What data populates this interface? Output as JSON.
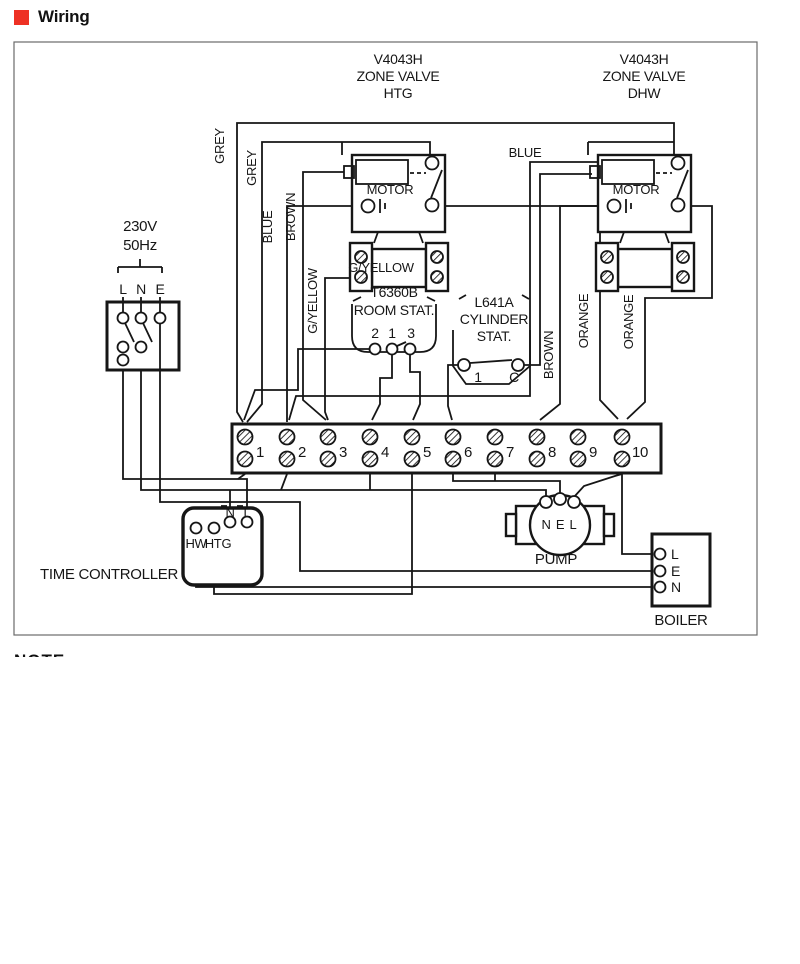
{
  "page": {
    "title": "Wiring",
    "note_partial": "NOTE",
    "accent_color": "#ee3124"
  },
  "diagram": {
    "htg_valve": {
      "l1": "V4043H",
      "l2": "ZONE VALVE",
      "l3": "HTG",
      "motor": "MOTOR"
    },
    "dhw_valve": {
      "l1": "V4043H",
      "l2": "ZONE VALVE",
      "l3": "DHW",
      "motor": "MOTOR"
    },
    "mains": {
      "voltage": "230V",
      "freq": "50Hz",
      "terminals": [
        "L",
        "N",
        "E"
      ]
    },
    "room_stat": {
      "model": "T6360B",
      "name": "ROOM STAT.",
      "terminals": [
        "2",
        "1",
        "3"
      ]
    },
    "cyl_stat": {
      "model": "L641A",
      "name1": "CYLINDER",
      "name2": "STAT.",
      "terminals": [
        "1",
        "C"
      ]
    },
    "strip": {
      "numbers": [
        "1",
        "2",
        "3",
        "4",
        "5",
        "6",
        "7",
        "8",
        "9",
        "10"
      ]
    },
    "time_controller": {
      "label": "TIME CONTROLLER",
      "top_terminals": [
        "N",
        "L"
      ],
      "bottom_terminals": [
        "HW",
        "HTG"
      ]
    },
    "pump": {
      "label": "PUMP",
      "terminals": [
        "N",
        "E",
        "L"
      ]
    },
    "boiler": {
      "label": "BOILER",
      "terminals": [
        "L",
        "E",
        "N"
      ]
    },
    "wire_labels": {
      "grey1": "GREY",
      "grey2": "GREY",
      "blue_left": "BLUE",
      "brown_left": "BROWN",
      "gyellow_v": "G/YELLOW",
      "gyellow_h": "G/YELLOW",
      "blue_right": "BLUE",
      "brown_right": "BROWN",
      "orange1": "ORANGE",
      "orange2": "ORANGE"
    }
  }
}
